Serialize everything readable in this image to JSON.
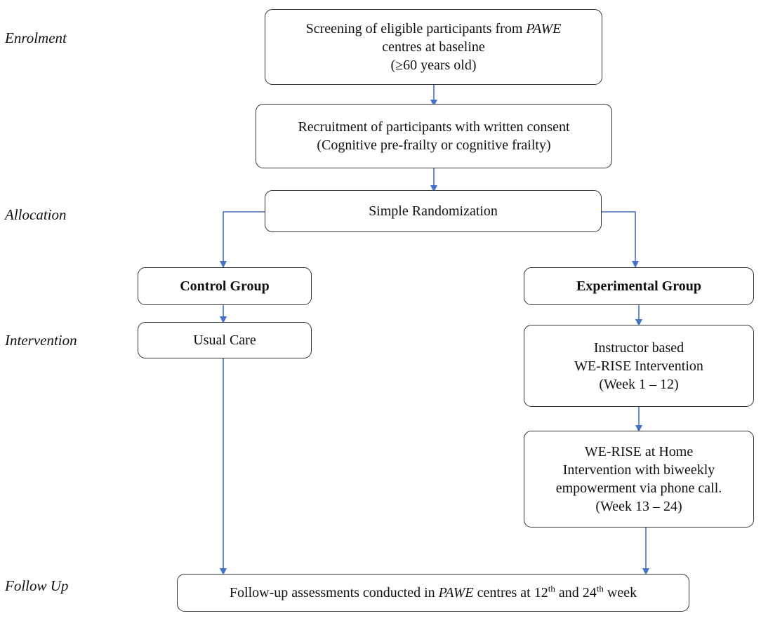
{
  "stages": {
    "enrolment": "Enrolment",
    "allocation": "Allocation",
    "intervention": "Intervention",
    "follow_up": "Follow Up"
  },
  "screening": {
    "line1_a": "Screening of eligible participants from ",
    "line1_b": "PAWE",
    "line2": "centres at baseline",
    "line3": "(≥60 years old)"
  },
  "recruitment": {
    "line1": "Recruitment of participants with written consent",
    "line2": "(Cognitive pre-frailty or cognitive frailty)"
  },
  "randomization": {
    "label": "Simple Randomization"
  },
  "control_group": {
    "label": "Control Group"
  },
  "experimental_group": {
    "label": "Experimental Group"
  },
  "usual_care": {
    "label": "Usual Care"
  },
  "instructor": {
    "line1": "Instructor based",
    "line2": "WE-RISE Intervention",
    "line3": "(Week 1 – 12)"
  },
  "home": {
    "line1": "WE-RISE at Home",
    "line2": "Intervention with biweekly",
    "line3": "empowerment via phone call.",
    "line4": "(Week 13 – 24)"
  },
  "followup": {
    "part1": "Follow-up assessments conducted in ",
    "part2": "PAWE",
    "part3": " centres at 12",
    "sup1": "th",
    "part4": " and 24",
    "sup2": "th",
    "part5": " week"
  },
  "colors": {
    "arrow": "#4472c4",
    "border": "#333333"
  }
}
